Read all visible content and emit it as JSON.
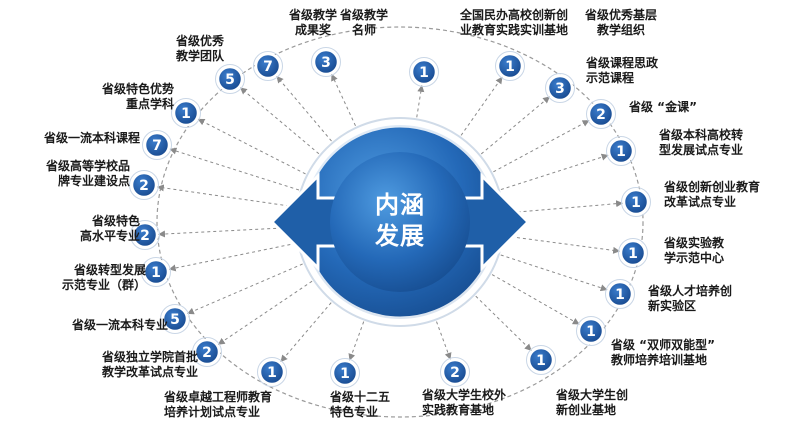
{
  "center": {
    "line1": "内涵",
    "line2": "发展"
  },
  "colors": {
    "accent": "#1f5fa8",
    "accent_light": "#3b84cf",
    "badge": "#1d58a6",
    "text": "#1a1a1a",
    "dashed": "#8a8a8a"
  },
  "nodes": [
    {
      "id": "n1",
      "label": "省级教学\n成果奖",
      "count": "7"
    },
    {
      "id": "n2",
      "label": "省级教学\n名师",
      "count": "3"
    },
    {
      "id": "n3",
      "label": "全国民办高校创新创\n业教育实践实训基地",
      "count": "1"
    },
    {
      "id": "n4",
      "label": "省级优秀基层\n教学组织",
      "count": "1"
    },
    {
      "id": "n5",
      "label": "省级课程思政\n示范课程",
      "count": "3"
    },
    {
      "id": "n6",
      "label": "省级 “金课”",
      "count": "2"
    },
    {
      "id": "n7",
      "label": "省级本科高校转\n型发展试点专业",
      "count": "1"
    },
    {
      "id": "n8",
      "label": "省级创新创业教育\n改革试点专业",
      "count": "1"
    },
    {
      "id": "n9",
      "label": "省级实验教\n学示范中心",
      "count": "1"
    },
    {
      "id": "n10",
      "label": "省级人才培养创\n新实验区",
      "count": "1"
    },
    {
      "id": "n11",
      "label": "省级 “双师双能型”\n教师培养培训基地",
      "count": "1"
    },
    {
      "id": "n12",
      "label": "省级大学生创\n新创业基地",
      "count": "1"
    },
    {
      "id": "n13",
      "label": "省级大学生校外\n实践教育基地",
      "count": "2"
    },
    {
      "id": "n14",
      "label": "省级十二五\n特色专业",
      "count": "1"
    },
    {
      "id": "n15",
      "label": "省级卓越工程师教育\n培养计划试点专业",
      "count": "1"
    },
    {
      "id": "n16",
      "label": "省级独立学院首批\n教学改革试点专业",
      "count": "2"
    },
    {
      "id": "n17",
      "label": "省级一流本科专业",
      "count": "5"
    },
    {
      "id": "n18",
      "label": "省级转型发展\n示范专业（群）",
      "count": "1"
    },
    {
      "id": "n19",
      "label": "省级特色\n高水平专业",
      "count": "2"
    },
    {
      "id": "n20",
      "label": "省级高等学校品\n牌专业建设点",
      "count": "2"
    },
    {
      "id": "n21",
      "label": "省级一流本科课程",
      "count": "7"
    },
    {
      "id": "n22",
      "label": "省级特色优势\n重点学科",
      "count": "1"
    },
    {
      "id": "n23",
      "label": "省级优秀\n教学团队",
      "count": "5"
    }
  ]
}
